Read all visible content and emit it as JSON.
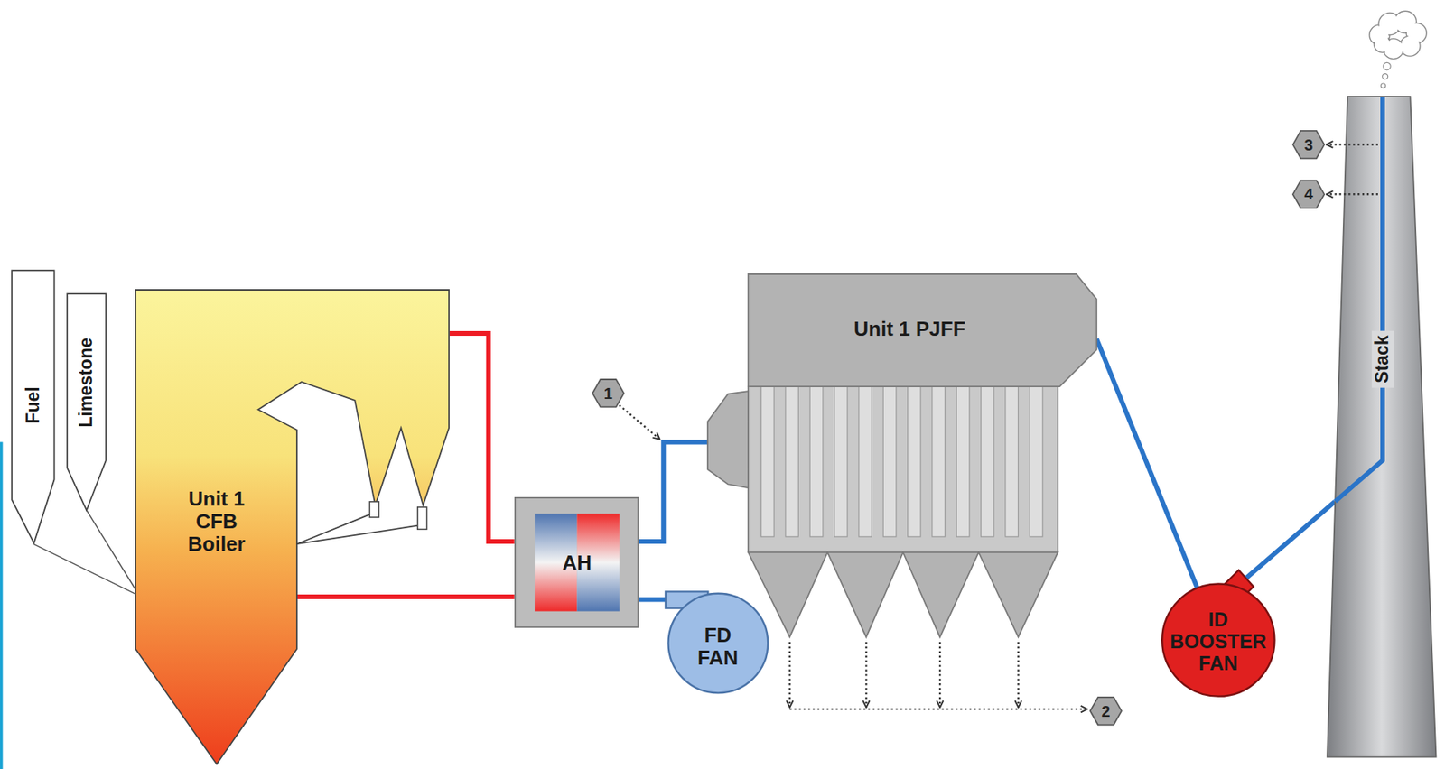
{
  "diagram": {
    "nodes": [
      {
        "text": [
          "Fuel"
        ]
      },
      {
        "text": [
          "Limestone"
        ]
      },
      {
        "text": [
          "Unit 1 CFB Boiler"
        ]
      },
      {
        "text": [
          "AH"
        ]
      },
      {
        "text": [
          "FD FAN"
        ]
      },
      {
        "text": [
          "Unit 1 PJFF"
        ]
      },
      {
        "text": [
          "ID BOOSTER FAN"
        ]
      },
      {
        "text": [
          "Stack"
        ]
      }
    ],
    "edges": [
      {
        "from": 0,
        "to": 2,
        "arrow": "none"
      },
      {
        "from": 1,
        "to": 2,
        "arrow": "none"
      },
      {
        "from": 2,
        "to": 3,
        "arrow": "none"
      },
      {
        "from": 3,
        "to": 2,
        "arrow": "none"
      },
      {
        "from": 4,
        "to": 3,
        "arrow": "none"
      },
      {
        "from": 3,
        "to": 5,
        "arrow": "none"
      },
      {
        "from": 5,
        "to": 6,
        "arrow": "none"
      },
      {
        "from": 6,
        "to": 7,
        "arrow": "none"
      }
    ],
    "labels": [
      "1",
      "2",
      "3",
      "4"
    ]
  }
}
